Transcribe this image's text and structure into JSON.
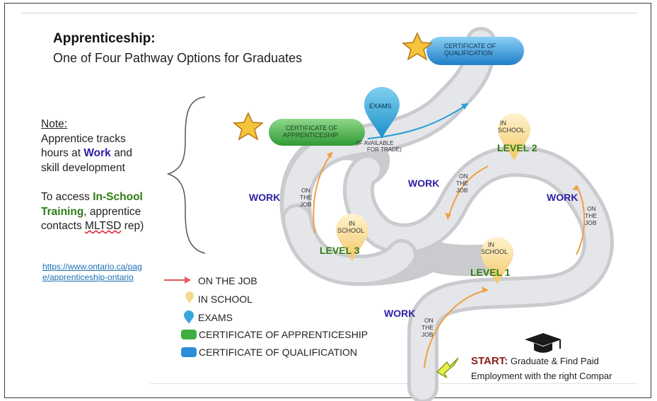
{
  "title": "Apprenticeship:",
  "subtitle": "One of Four Pathway Options for Graduates",
  "note": {
    "heading": "Note:",
    "line1": "Apprentice tracks",
    "line2a": "hours at ",
    "line2b": "Work",
    "line2c": " and",
    "line3": "skill development",
    "line4": "To access ",
    "line4b": "In-School",
    "line5a": "Training",
    "line5b": ", apprentice",
    "line6a": "contacts ",
    "line6b": "MLTSD",
    "line6c": " rep)"
  },
  "link": {
    "line1": "https://www.ontario.ca/pag",
    "line2": "e/apprenticeship-ontario"
  },
  "path_labels": {
    "work": "WORK",
    "on_the_job": [
      "ON",
      "THE",
      "JOB"
    ],
    "in_school": [
      "IN",
      "SCHOOL"
    ],
    "level1": "LEVEL 1",
    "level2": "LEVEL 2",
    "level3": "LEVEL 3",
    "exams": "EXAMS",
    "exams_note": [
      "(IF AVAILABLE",
      "FOR TRADE)"
    ],
    "cert_apprenticeship": [
      "CERTIFICATE OF",
      "APPRENTICESHIP"
    ],
    "cert_qualification": [
      "CERTIFICATE OF",
      "QUALIFICATION"
    ]
  },
  "legend": [
    {
      "label": "ON THE JOB",
      "icon": "red-arrow"
    },
    {
      "label": "IN SCHOOL",
      "icon": "yellow-pin"
    },
    {
      "label": "EXAMS",
      "icon": "blue-pin"
    },
    {
      "label": "CERTIFICATE OF APPRENTICESHIP",
      "icon": "green-pill"
    },
    {
      "label": "CERTIFICATE OF QUALIFICATION",
      "icon": "blue-pill"
    }
  ],
  "start": {
    "label": "START:",
    "text1": " Graduate & Find Paid",
    "text2": "Employment with the right Compar"
  },
  "colors": {
    "work": "#2b1fa3",
    "level": "#2f7d14",
    "road": "#d8dadd",
    "cert_green": "#3fae3f",
    "cert_blue": "#2a8fd8",
    "start": "#8b1c1c"
  }
}
